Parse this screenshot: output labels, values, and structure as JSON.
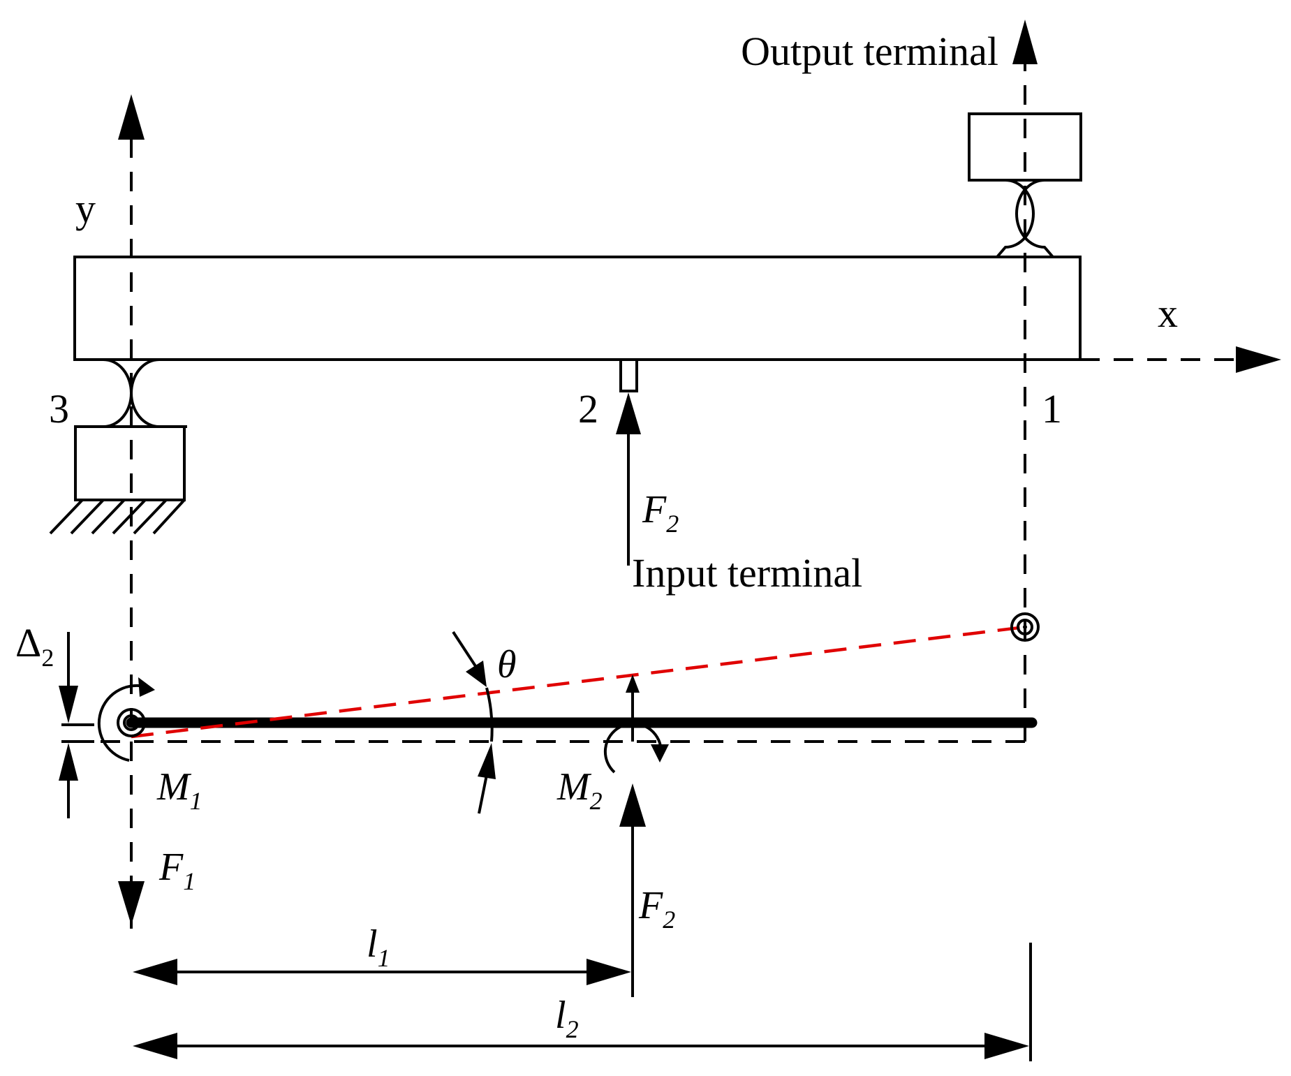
{
  "labels": {
    "output_terminal": "Output terminal",
    "input_terminal": "Input terminal",
    "axis_x": "x",
    "axis_y": "y",
    "node_1": "1",
    "node_2": "2",
    "node_3": "3",
    "theta": "θ",
    "delta": "Δ",
    "delta_sub": "2",
    "force_base": "F",
    "moment_base": "M",
    "length_base": "l",
    "f1_sub": "1",
    "f2_sub": "2",
    "m1_sub": "1",
    "m2_sub": "2",
    "l1_sub": "1",
    "l2_sub": "2"
  },
  "colors": {
    "lines": "#000000",
    "deflection": "#e00000"
  }
}
